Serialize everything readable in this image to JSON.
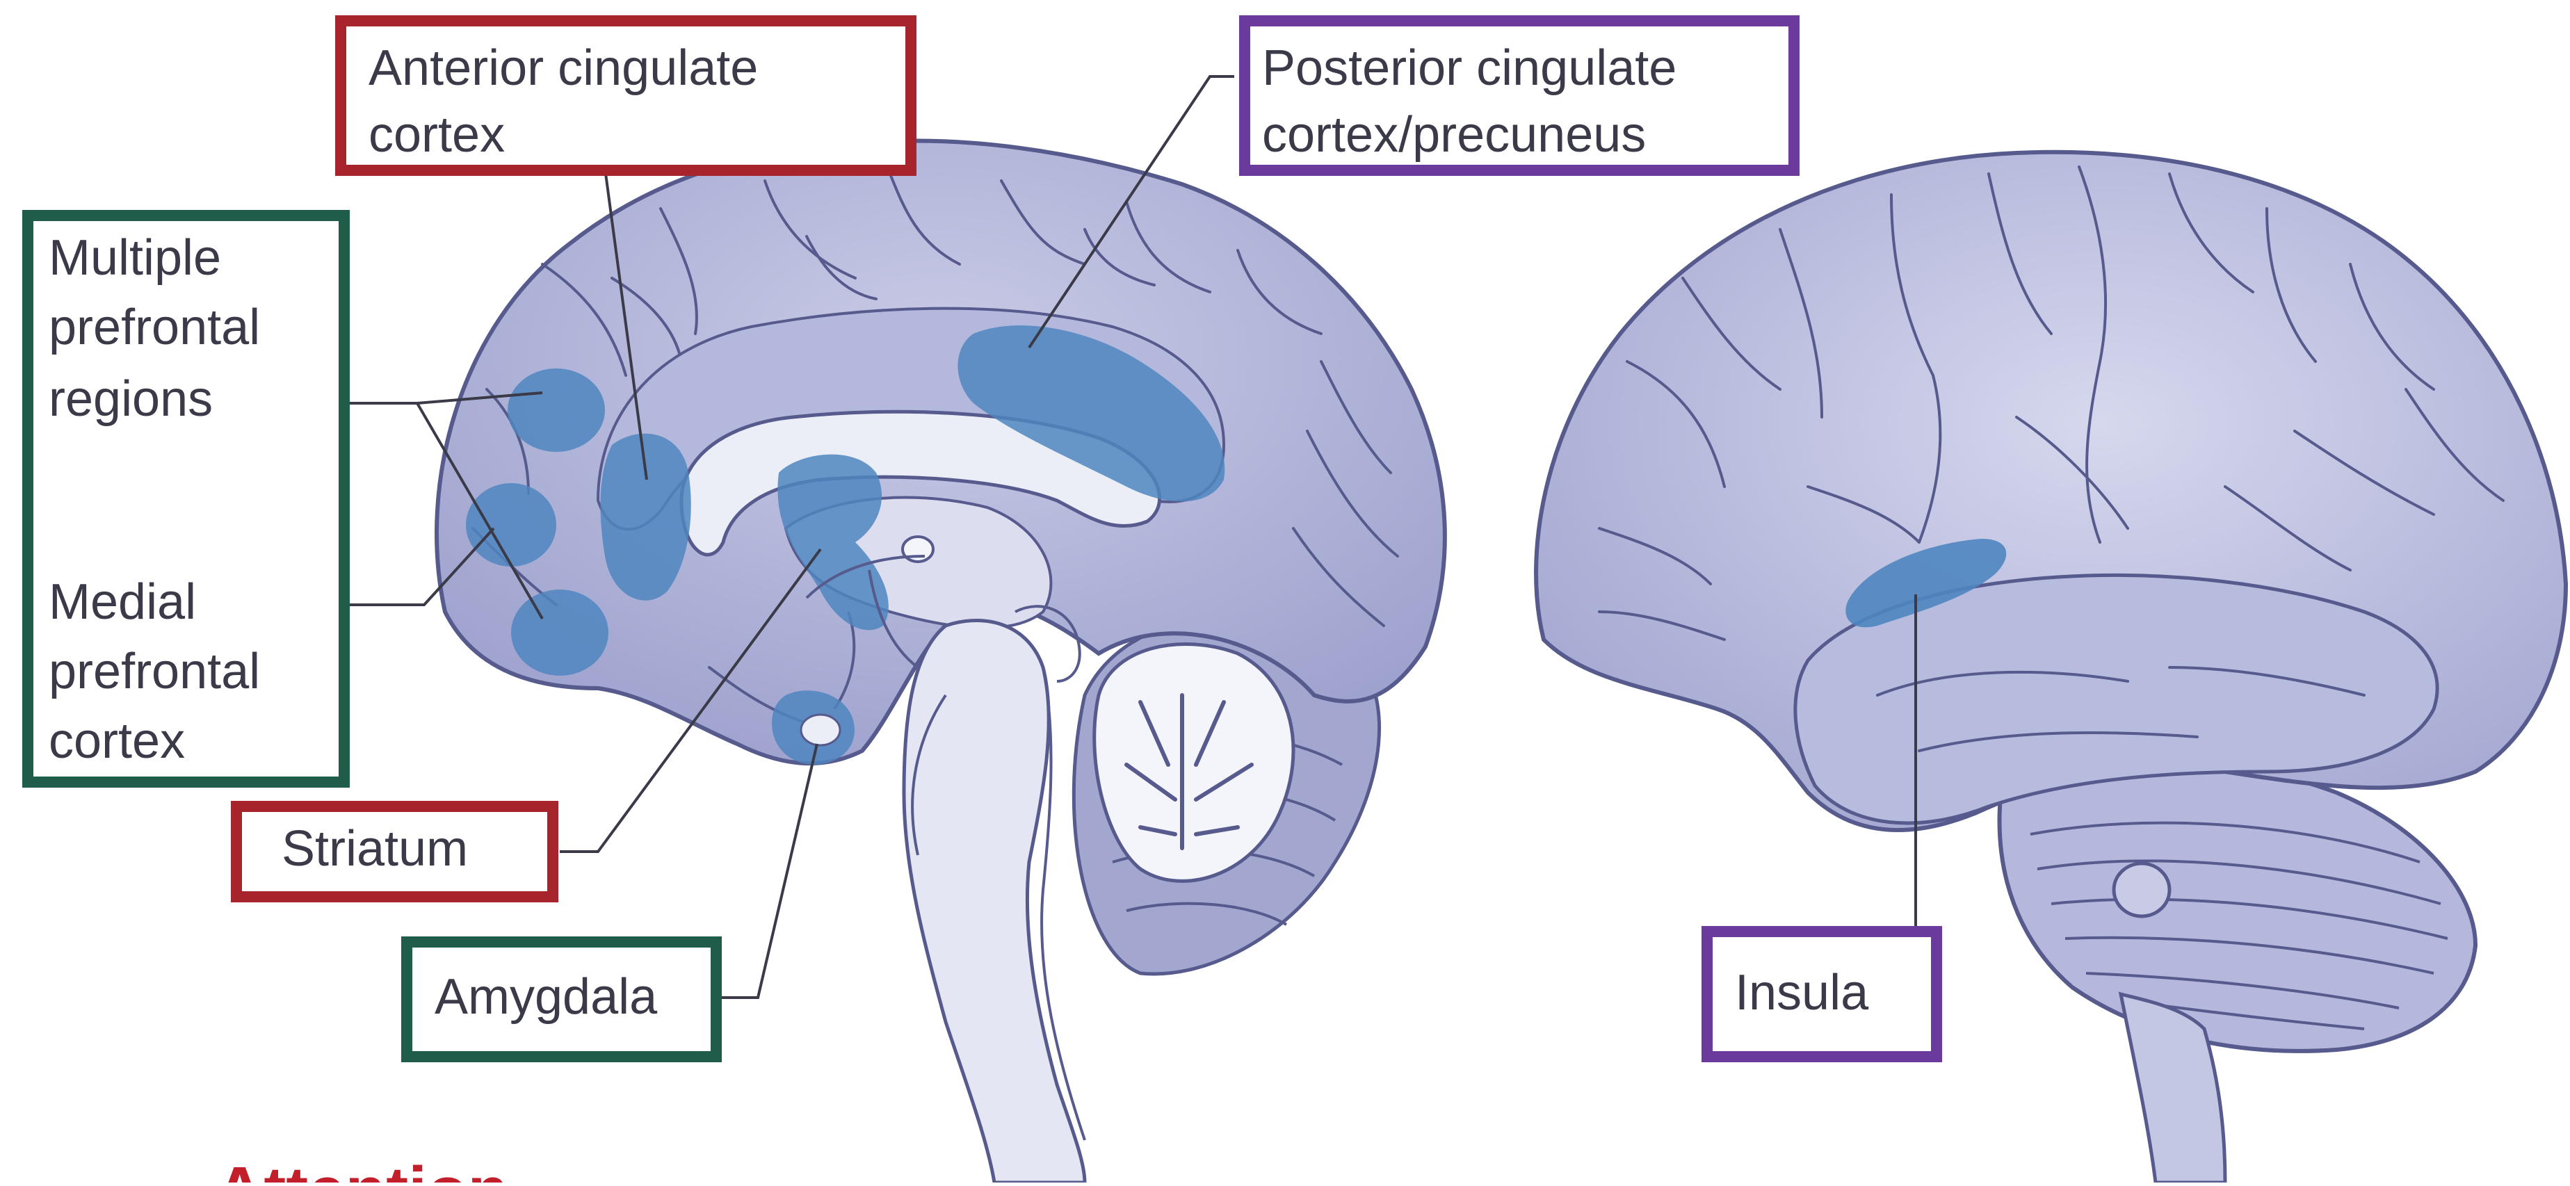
{
  "diagram": {
    "labels": {
      "anterior_cingulate_line1": "Anterior cingulate",
      "anterior_cingulate_line2": "cortex",
      "posterior_cingulate_line1": "Posterior cingulate",
      "posterior_cingulate_line2": "cortex/precuneus",
      "multiple_prefrontal_line1": "Multiple",
      "multiple_prefrontal_line2": "prefrontal",
      "multiple_prefrontal_line3": "regions",
      "medial_prefrontal_line1": "Medial",
      "medial_prefrontal_line2": "prefrontal",
      "medial_prefrontal_line3": "cortex",
      "striatum": "Striatum",
      "amygdala": "Amygdala",
      "insula": "Insula",
      "attention_fragment": "Attention"
    },
    "colors": {
      "red_box": "#a8242c",
      "purple_box": "#6a3a9c",
      "green_box": "#1f5c4a",
      "brain_fill": "#a9add4",
      "brain_stroke": "#565a8c",
      "highlight_region": "#4f86c0",
      "inner_white": "#e9ebf5",
      "label_text": "#3a3a48",
      "attention_text": "#c21f2a"
    }
  }
}
